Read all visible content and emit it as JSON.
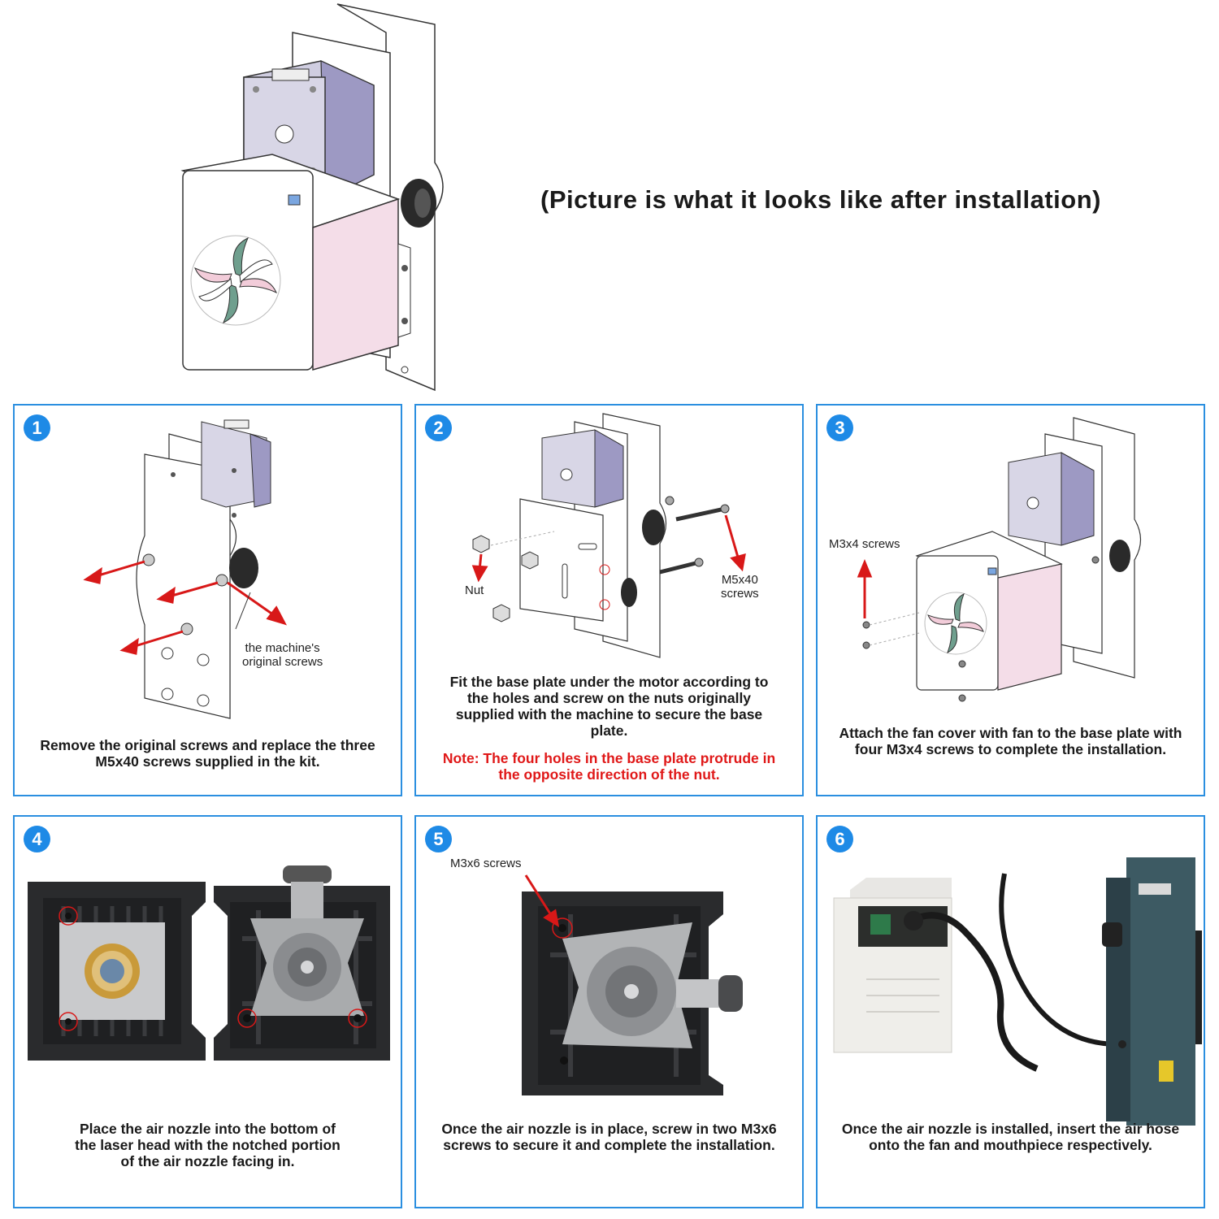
{
  "hero": {
    "caption": "(Picture is what it looks like after installation)"
  },
  "steps": [
    {
      "number": "1",
      "labels": {
        "original_screws": "the machine's\noriginal screws"
      },
      "caption": "Remove the original screws and replace the three M5x40 screws supplied in the kit."
    },
    {
      "number": "2",
      "labels": {
        "nut": "Nut",
        "m5x40": "M5x40\nscrews"
      },
      "caption": "Fit the base plate under the motor according to the holes and screw on the nuts originally supplied with the machine to secure the base plate.",
      "note": "Note: The four holes in the base plate protrude in the opposite direction of the nut."
    },
    {
      "number": "3",
      "labels": {
        "m3x4": "M3x4 screws"
      },
      "caption": "Attach the fan cover with fan to the base plate with four M3x4 screws to complete the installation."
    },
    {
      "number": "4",
      "caption": "Place the air nozzle into the bottom of the laser head with the notched portion of the air nozzle facing in."
    },
    {
      "number": "5",
      "labels": {
        "m3x6": "M3x6 screws"
      },
      "caption": "Once the air nozzle is in place, screw in two M3x6 screws to secure it and complete the installation."
    },
    {
      "number": "6",
      "caption": "Once the air nozzle is installed, insert the air hose onto the fan and mouthpiece respectively."
    }
  ],
  "colors": {
    "panel_border": "#2b8fe0",
    "badge": "#1e8ae6",
    "arrow": "#d81818",
    "note": "#e01818"
  }
}
